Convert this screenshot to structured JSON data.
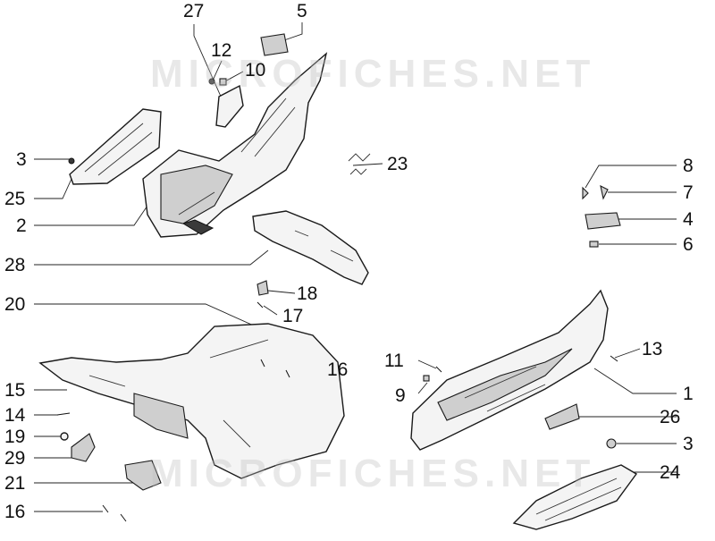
{
  "watermark": "MICROFICHES.NET",
  "callouts": {
    "c27": "27",
    "c5": "5",
    "c12": "12",
    "c10": "10",
    "c3a": "3",
    "c25": "25",
    "c2": "2",
    "c23": "23",
    "c8": "8",
    "c7": "7",
    "c4": "4",
    "c6": "6",
    "c28": "28",
    "c18": "18",
    "c17": "17",
    "c20": "20",
    "c11": "11",
    "c13": "13",
    "c16a": "16",
    "c9": "9",
    "c1": "1",
    "c15": "15",
    "c14": "14",
    "c19": "19",
    "c26": "26",
    "c3b": "3",
    "c29": "29",
    "c24": "24",
    "c21": "21",
    "c16b": "16"
  }
}
